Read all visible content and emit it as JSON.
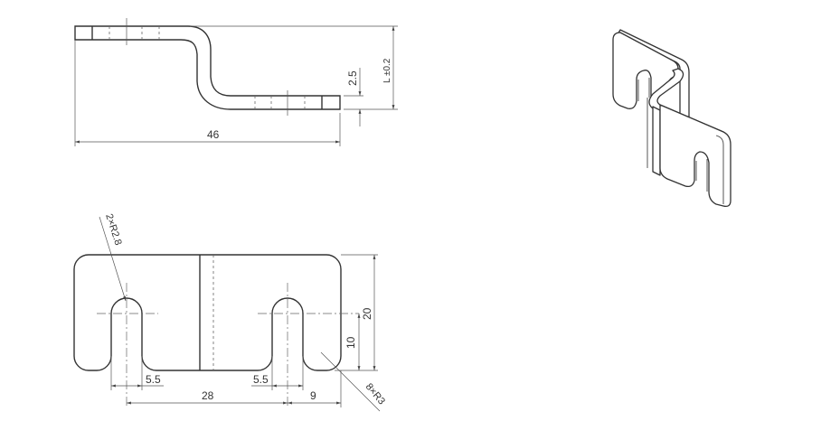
{
  "side_view": {
    "length_label": "46",
    "thickness_label": "2.5",
    "height_label": "L ±0.2"
  },
  "front_view": {
    "slot_radius_label": "2×R2.8",
    "corner_radius_label": "8×R3",
    "height_label": "20",
    "slot_depth_label": "10",
    "slot_width_left_label": "5.5",
    "slot_width_right_label": "5.5",
    "slot_spacing_label": "28",
    "edge_offset_label": "9"
  },
  "colors": {
    "line": "#333333",
    "background": "#ffffff"
  }
}
